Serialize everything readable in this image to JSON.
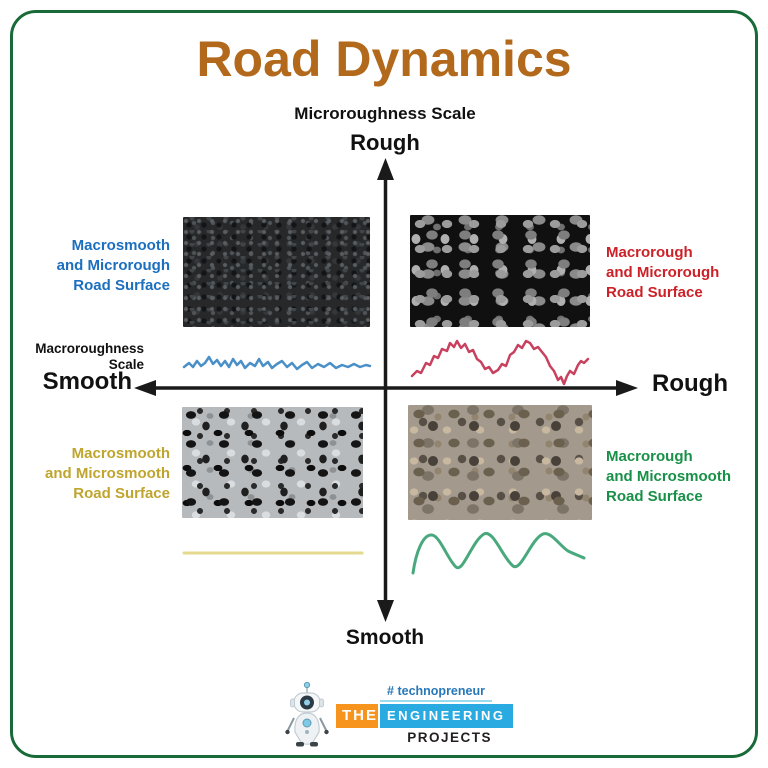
{
  "page": {
    "title": "Road Dynamics",
    "title_color": "#b2691c",
    "border_color": "#186b38"
  },
  "axes": {
    "color": "#1a1a1a",
    "vertical_scale_label": "Microroughness Scale",
    "vertical_top_label": "Rough",
    "vertical_bottom_label": "Smooth",
    "horizontal_scale_label": "Macroroughness\nScale",
    "horizontal_left_label": "Smooth",
    "horizontal_right_label": "Rough"
  },
  "quadrants": {
    "top_left": {
      "label": "Macrosmooth\nand Microrough\nRoad Surface",
      "label_color": "#1c6fbf",
      "texture": "dark-asphalt-surface",
      "profile_line": "low-amplitude-jittery",
      "profile_color": "#4a90c8"
    },
    "top_right": {
      "label": "Macrorough\nand Microrough\nRoad Surface",
      "label_color": "#cc2127",
      "texture": "coarse-aggregate-surface",
      "profile_line": "high-amplitude-jittery",
      "profile_color": "#c8415e"
    },
    "bottom_left": {
      "label": "Macrosmooth\nand Microsmooth\nRoad Surface",
      "label_color": "#bfa52e",
      "texture": "polished-aggregate-surface",
      "profile_line": "flat-straight",
      "profile_color": "#e4d98e"
    },
    "bottom_right": {
      "label": "Macrorough\nand Microsmooth\nRoad Surface",
      "label_color": "#189047",
      "texture": "round-pebble-surface",
      "profile_line": "smooth-sine-wave",
      "profile_color": "#49a97d"
    }
  },
  "footer_logo": {
    "hashtag": "# technopreneur",
    "hashtag_color": "#2878b8",
    "word_the": "THE",
    "word_the_bg": "#f7941e",
    "word_engineering": "ENGINEERING",
    "word_engineering_bg": "#29abe2",
    "word_projects": "PROJECTS",
    "word_projects_color": "#231f20"
  }
}
